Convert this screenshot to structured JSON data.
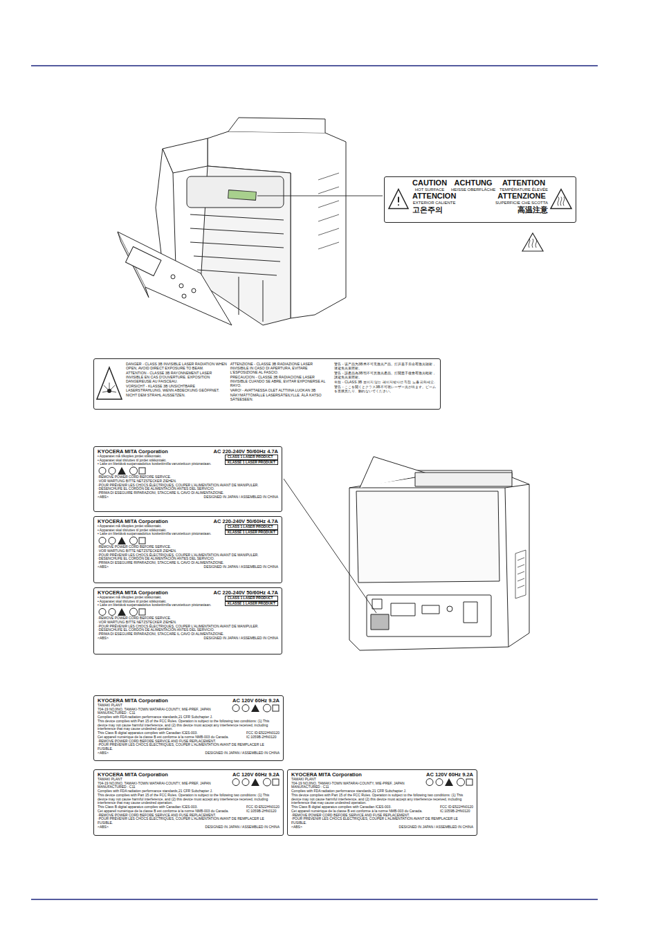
{
  "diagram": {
    "nodes": [
      {
        "text": [
          "CAUTION",
          "HOT SURFACE",
          "ACHTUNG",
          "HEISSE OBERFLÄCHE",
          "ATTENTION",
          "TEMPÉRATURE ÉLEVÉE",
          "ATTENCION",
          "EXTERIOR CALIENTE",
          "ATTENZIONE",
          "SUPERFICIE CHE SCOTTA",
          "고온주의",
          "高温注意"
        ]
      },
      {
        "text": [
          "DANGER - CLASS 3B INVISIBLE LASER RADIATION WHEN OPEN, AVOID DIRECT EXPOSURE TO BEAM.",
          "ATTENTION - CLASSE 3B RAYONNEMENT LASER INVISIBLE EN CAS D'OUVERTURE. EXPOSITION DANGEREUSE AU FAISCEAU.",
          "VORSICHT - KLASSE 3B UNSICHTBARE LASERSTRAHLUNG, WENN ABDECKUNG GEÖFFNET. NICHT DEM STRAHL AUSSETZEN.",
          "ATTENZIONE - CLASSE 3B RADIAZIONE LASER INVISIBILE IN CASO DI APERTURA, EVITARE L'ESPOSIZIONE AL FASCIO.",
          "PRECAUCION - CLASSE 3B RADIACIONE LASER INVISIBLE CUANDO SE ABRE, EVITAR EXPONERSE AL RAYO.",
          "VARO! - AVATTAESSA OLET ALTTIINA LUOKAN 3B NÄKYMÄTTÖMÄLLE LASERSÄTEILYLLE. ÄLÄ KATSO SÄTEESEEN.",
          "警告 - 该产品为3B类不可见激光产品。打开盖子后会有激光辐射，请避免光束照射。",
          "警告 - 該產品為3B類不可見激光產品。打開蓋子後會有激光輻射，請避免光束照射。",
          "위험 - CLASS 3B 보이지 않는 레이저방사선 직접 노출 피하세요.",
          "警告 - ここを開くとクラス3B不可視レーザー光が出ます。ビームを直接見たり、触れないでください。"
        ]
      },
      {
        "text": [
          "KYOCERA MITA Corporation",
          "AC 220-240V 50/60Hz 4.7A",
          "• Apparatet må tilkoples jordet stikkontakt.",
          "• Apparatet skal tilsluttes til jordet stikkontakt.",
          "• Laite on liitettävä suojamaadoitus koskettimilla varustettuun pistorasiaan.",
          "CLASS 1 LASER PRODUCT",
          "KLASSE 1 LASER PRODUKT",
          "·REMOVE POWER CORD BEFORE SERVICE.",
          "·VOR WARTUNG BITTE NETZSTECKER ZIEHEN.",
          "·POUR PRÉVENIR LES CHOCS ÉLECTRIQUES, COUPER L'ALIMENTATION AVANT DE MANIPULER.",
          "·DESENCHUFE EL CORDÓN DE ALIMENTACIÓN ANTES DEL SERVICIO.",
          "·PRIMA DI ESEGUIRE RIPARAZIONI, STACCARE IL CAVO DI ALIMENTAZIONE.",
          "<ABS>",
          "DESIGNED IN JAPAN / ASSEMBLED IN CHINA"
        ]
      },
      {
        "text": [
          "KYOCERA MITA Corporation",
          "AC 220-240V 50/60Hz 4.7A",
          "• Apparatet må tilkoples jordet stikkontakt.",
          "• Apparatet skal tilsluttes til jordet stikkontakt.",
          "• Laite on liitettävä suojamaadoitus koskettimilla varustettuun pistorasiaan.",
          "CLASS 1 LASER PRODUCT",
          "KLASSE 1 LASER PRODUKT",
          "·REMOVE POWER CORD BEFORE SERVICE.",
          "·VOR WARTUNG BITTE NETZSTECKER ZIEHEN.",
          "·POUR PRÉVENIR LES CHOCS ÉLECTRIQUES, COUPER L'ALIMENTATION AVANT DE MANIPULER.",
          "·DESENCHUFE EL CORDÓN DE ALIMENTACIÓN ANTES DEL SERVICIO.",
          "·PRIMA DI ESEGUIRE RIPARAZIONI, STACCARE IL CAVO DI ALIMENTAZIONE.",
          "<ABS>",
          "DESIGNED IN JAPAN / ASSEMBLED IN CHINA"
        ]
      },
      {
        "text": [
          "KYOCERA MITA Corporation",
          "AC 220-240V 50/60Hz 4.7A",
          "• Apparatet må tilkoples jordet stikkontakt.",
          "• Apparatet skal tilsluttes til jordet stikkontakt.",
          "• Laite on liitettävä suojamaadoitus koskettimilla varustettuun pistorasiaan.",
          "CLASS 1 LASER PRODUCT",
          "KLASSE 1 LASER PRODUKT",
          "·REMOVE POWER CORD BEFORE SERVICE.",
          "·VOR WARTUNG BITTE NETZSTECKER ZIEHEN.",
          "·POUR PRÉVENIR LES CHOCS ÉLECTRIQUES, COUPER L'ALIMENTATION AVANT DE MANIPULER.",
          "·DESENCHUFE EL CORDÓN DE ALIMENTACIÓN ANTES DEL SERVICIO.",
          "·PRIMA DI ESEGUIRE RIPARAZIONI, STACCARE IL CAVO DI ALIMENTAZIONE.",
          "<ABS>",
          "DESIGNED IN JAPAN / ASSEMBLED IN CHINA"
        ]
      },
      {
        "text": [
          "KYOCERA MITA Corporation",
          "AC 120V 60Hz 9.2A",
          "TAMAKI PLANT",
          "704-19 NOJINO, TAMAKI-TOWN WATARAI-COUNTY, MIE-PREF, JAPAN",
          "MANUFACTURED : C11",
          "Complies with FDA radiation performance standards,21 CFR Subchapter J.",
          "This device complies with Part 15 of the FCC Rules. Operation is subject to the following two conditions: (1) This device may not cause harmful interference, and (2) this device must accept any interference received, including interference that may cause undesired operation.",
          "This Class B digital apparatus complies with Canadian ICES-003.",
          "Cet appareil numérique de la classe B est conforme à la norme NMB-003 du Canada.",
          "FCC ID:E522HN0120",
          "IC:1059B-2HN0120",
          "·REMOVE POWER CORD BEFORE SERVICE AND FUSE REPLACEMENT.",
          "·POUR PRÉVENIR LES CHOCS ÉLECTRIQUES, COUPER L'ALIMENTATION AVANT DE REMPLACER LE FUSIBLE.",
          "<ABS>",
          "DESIGNED IN JAPAN / ASSEMBLED IN CHINA"
        ]
      },
      {
        "text": [
          "KYOCERA MITA Corporation",
          "AC 120V 60Hz 9.2A",
          "TAMAKI PLANT",
          "704-19 NOJINO, TAMAKI-TOWN WATARAI-COUNTY, MIE-PREF, JAPAN",
          "MANUFACTURED : C11",
          "Complies with FDA radiation performance standards,21 CFR Subchapter J.",
          "This device complies with Part 15 of the FCC Rules. Operation is subject to the following two conditions: (1) This device may not cause harmful interference, and (2) this device must accept any interference received, including interference that may cause undesired operation.",
          "This Class B digital apparatus complies with Canadian ICES-003.",
          "Cet appareil numérique de la classe B est conforme à la norme NMB-003 du Canada.",
          "FCC ID:E522HN0120",
          "IC:1059B-2HN0120",
          "·REMOVE POWER CORD BEFORE SERVICE AND FUSE REPLACEMENT.",
          "·POUR PRÉVENIR LES CHOCS ÉLECTRIQUES, COUPER L'ALIMENTATION AVANT DE REMPLACER LE FUSIBLE.",
          "<ABS>",
          "DESIGNED IN JAPAN / ASSEMBLED IN CHINA"
        ]
      },
      {
        "text": [
          "KYOCERA MITA Corporation",
          "AC 120V 60Hz 9.2A",
          "TAMAKI PLANT",
          "704-19 NOJINO, TAMAKI-TOWN WATARAI-COUNTY, MIE-PREF, JAPAN",
          "MANUFACTURED : C11",
          "Complies with FDA radiation performance standards,21 CFR Subchapter J.",
          "This device complies with Part 15 of the FCC Rules. Operation is subject to the following two conditions: (1) This device may not cause harmful interference, and (2) this device must accept any interference received, including interference that may cause undesired operation.",
          "This Class B digital apparatus complies with Canadian ICES-003.",
          "Cet appareil numérique de la classe B est conforme à la norme NMB-003 du Canada.",
          "FCC ID:E522HN0120",
          "IC:1059B-2HN0120",
          "·REMOVE POWER CORD BEFORE SERVICE AND FUSE REPLACEMENT.",
          "·POUR PRÉVENIR LES CHOCS ÉLECTRIQUES, COUPER L'ALIMENTATION AVANT DE REMPLACER LE FUSIBLE.",
          "<ABS>",
          "DESIGNED IN JAPAN / ASSEMBLED IN CHINA"
        ]
      }
    ]
  }
}
